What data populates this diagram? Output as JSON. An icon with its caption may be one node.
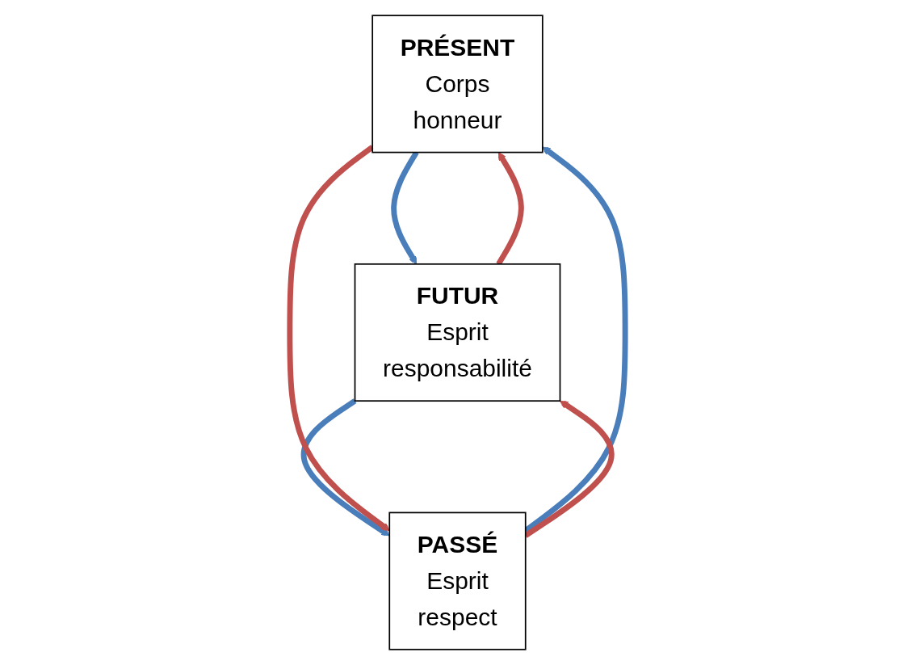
{
  "diagram": {
    "nodes": [
      {
        "text": [
          "PRÉSENT",
          "Corps",
          "honneur"
        ]
      },
      {
        "text": [
          "PASSÉ",
          "Esprit",
          "respect"
        ]
      },
      {
        "text": [
          "FUTUR",
          "Esprit",
          "responsabilité"
        ]
      }
    ],
    "edges": [
      {
        "from": 1,
        "to": 0,
        "arrow": "to",
        "color": "#4a7ebb"
      },
      {
        "from": 0,
        "to": 2,
        "arrow": "to",
        "color": "#4a7ebb"
      },
      {
        "from": 2,
        "to": 1,
        "arrow": "to",
        "color": "#4a7ebb"
      },
      {
        "from": 0,
        "to": 1,
        "arrow": "to",
        "color": "#c0504d"
      },
      {
        "from": 2,
        "to": 0,
        "arrow": "to",
        "color": "#c0504d"
      },
      {
        "from": 1,
        "to": 2,
        "arrow": "to",
        "color": "#c0504d"
      }
    ]
  }
}
